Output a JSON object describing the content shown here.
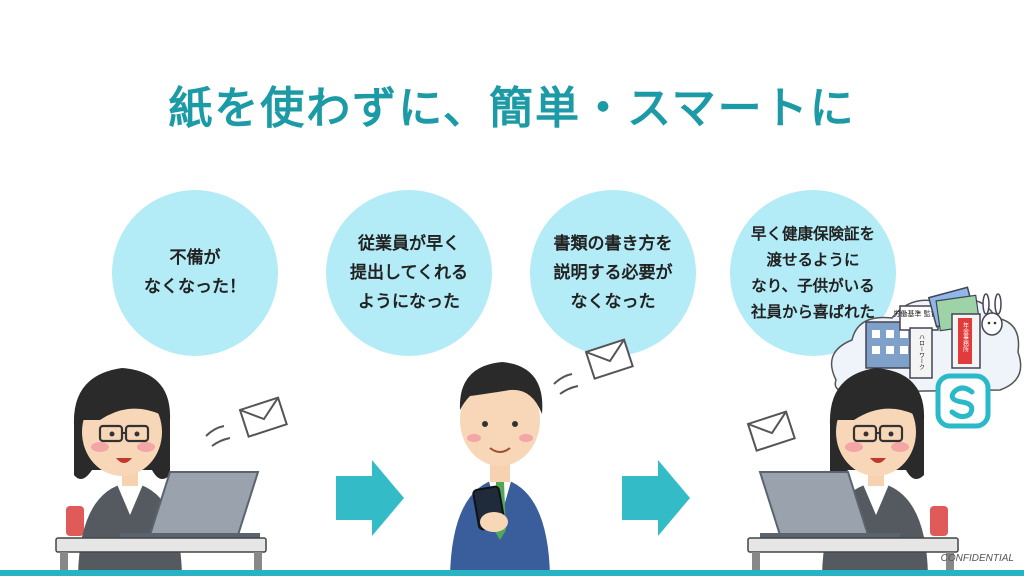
{
  "title": "紙を使わずに、簡単・スマートに",
  "bubbles": [
    {
      "text": "不備が\nなくなった！"
    },
    {
      "text": "従業員が早く\n提出してくれる\nようになった"
    },
    {
      "text": "書類の書き方を\n説明する必要が\nなくなった"
    },
    {
      "text": "早く健康保険証を\n渡せるように\nなり、子供がいる\n社員から喜ばれた"
    }
  ],
  "building_labels": {
    "bureau": "労働基準\n監督署",
    "hello_work": "ハローワーク",
    "pension": "年金事務所"
  },
  "footer": {
    "confidential": "CONFIDENTIAL"
  },
  "colors": {
    "title": "#1c9ba6",
    "bubble": "#b3ebf6",
    "arrow": "#33bcc7",
    "bar": "#27b3c4"
  }
}
